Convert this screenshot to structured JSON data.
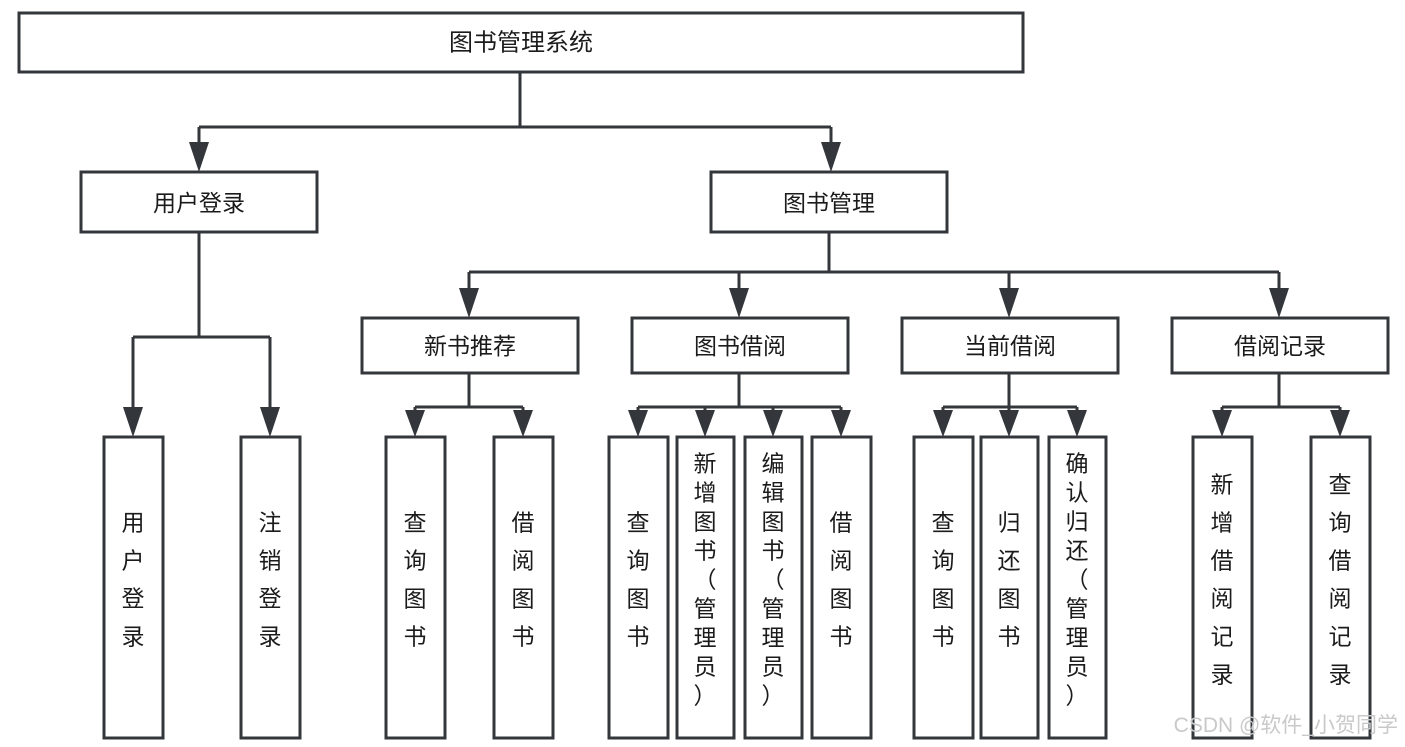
{
  "page": {
    "title": "图书管理系统 功能结构图",
    "background_color": "#ffffff",
    "line_color": "#33373b",
    "text_color": "#1b1b1b"
  },
  "watermark": {
    "text": "CSDN @软件_小贺同学",
    "color": "#c9c9c9"
  },
  "chart_data": {
    "type": "diagram",
    "subtype": "tree",
    "orientation": "top-down",
    "title": "图书管理系统",
    "levels": 4,
    "nodes": [
      {
        "id": "root",
        "label": "图书管理系统",
        "level": 0,
        "parent": null,
        "orientation": "horizontal"
      },
      {
        "id": "login",
        "label": "用户登录",
        "level": 1,
        "parent": "root",
        "orientation": "horizontal"
      },
      {
        "id": "bookmgmt",
        "label": "图书管理",
        "level": 1,
        "parent": "root",
        "orientation": "horizontal"
      },
      {
        "id": "newbook",
        "label": "新书推荐",
        "level": 2,
        "parent": "bookmgmt",
        "orientation": "horizontal"
      },
      {
        "id": "borrow",
        "label": "图书借阅",
        "level": 2,
        "parent": "bookmgmt",
        "orientation": "horizontal"
      },
      {
        "id": "current",
        "label": "当前借阅",
        "level": 2,
        "parent": "bookmgmt",
        "orientation": "horizontal"
      },
      {
        "id": "records",
        "label": "借阅记录",
        "level": 2,
        "parent": "bookmgmt",
        "orientation": "horizontal"
      },
      {
        "id": "login-user",
        "label": "用户登录",
        "level": 2,
        "parent": "login",
        "orientation": "vertical"
      },
      {
        "id": "login-logout",
        "label": "注销登录",
        "level": 2,
        "parent": "login",
        "orientation": "vertical"
      },
      {
        "id": "newbook-query",
        "label": "查询图书",
        "level": 3,
        "parent": "newbook",
        "orientation": "vertical"
      },
      {
        "id": "newbook-borrow",
        "label": "借阅图书",
        "level": 3,
        "parent": "newbook",
        "orientation": "vertical"
      },
      {
        "id": "borrow-query",
        "label": "查询图书",
        "level": 3,
        "parent": "borrow",
        "orientation": "vertical"
      },
      {
        "id": "borrow-add",
        "label": "新增图书（管理员）",
        "level": 3,
        "parent": "borrow",
        "orientation": "vertical"
      },
      {
        "id": "borrow-edit",
        "label": "编辑图书（管理员）",
        "level": 3,
        "parent": "borrow",
        "orientation": "vertical"
      },
      {
        "id": "borrow-lend",
        "label": "借阅图书",
        "level": 3,
        "parent": "borrow",
        "orientation": "vertical"
      },
      {
        "id": "current-query",
        "label": "查询图书",
        "level": 3,
        "parent": "current",
        "orientation": "vertical"
      },
      {
        "id": "current-return",
        "label": "归还图书",
        "level": 3,
        "parent": "current",
        "orientation": "vertical"
      },
      {
        "id": "current-confirm",
        "label": "确认归还（管理员）",
        "level": 3,
        "parent": "current",
        "orientation": "vertical"
      },
      {
        "id": "records-add",
        "label": "新增借阅记录",
        "level": 3,
        "parent": "records",
        "orientation": "vertical"
      },
      {
        "id": "records-query",
        "label": "查询借阅记录",
        "level": 3,
        "parent": "records",
        "orientation": "vertical"
      }
    ],
    "edges": [
      {
        "from": "root",
        "to": "login"
      },
      {
        "from": "root",
        "to": "bookmgmt"
      },
      {
        "from": "login",
        "to": "login-user"
      },
      {
        "from": "login",
        "to": "login-logout"
      },
      {
        "from": "bookmgmt",
        "to": "newbook"
      },
      {
        "from": "bookmgmt",
        "to": "borrow"
      },
      {
        "from": "bookmgmt",
        "to": "current"
      },
      {
        "from": "bookmgmt",
        "to": "records"
      },
      {
        "from": "newbook",
        "to": "newbook-query"
      },
      {
        "from": "newbook",
        "to": "newbook-borrow"
      },
      {
        "from": "borrow",
        "to": "borrow-query"
      },
      {
        "from": "borrow",
        "to": "borrow-add"
      },
      {
        "from": "borrow",
        "to": "borrow-edit"
      },
      {
        "from": "borrow",
        "to": "borrow-lend"
      },
      {
        "from": "current",
        "to": "current-query"
      },
      {
        "from": "current",
        "to": "current-return"
      },
      {
        "from": "current",
        "to": "current-confirm"
      },
      {
        "from": "records",
        "to": "records-add"
      },
      {
        "from": "records",
        "to": "records-query"
      }
    ]
  },
  "labels": {
    "root": "图书管理系统",
    "login": "用户登录",
    "bookmgmt": "图书管理",
    "newbook": "新书推荐",
    "borrow": "图书借阅",
    "current": "当前借阅",
    "records": "借阅记录",
    "login_user": "用户登录",
    "login_logout": "注销登录",
    "newbook_query": "查询图书",
    "newbook_borrow": "借阅图书",
    "borrow_query": "查询图书",
    "borrow_add": "新增图书（管理员）",
    "borrow_edit": "编辑图书（管理员）",
    "borrow_lend": "借阅图书",
    "current_query": "查询图书",
    "current_return": "归还图书",
    "current_confirm": "确认归还（管理员）",
    "records_add": "新增借阅记录",
    "records_query": "查询借阅记录"
  }
}
